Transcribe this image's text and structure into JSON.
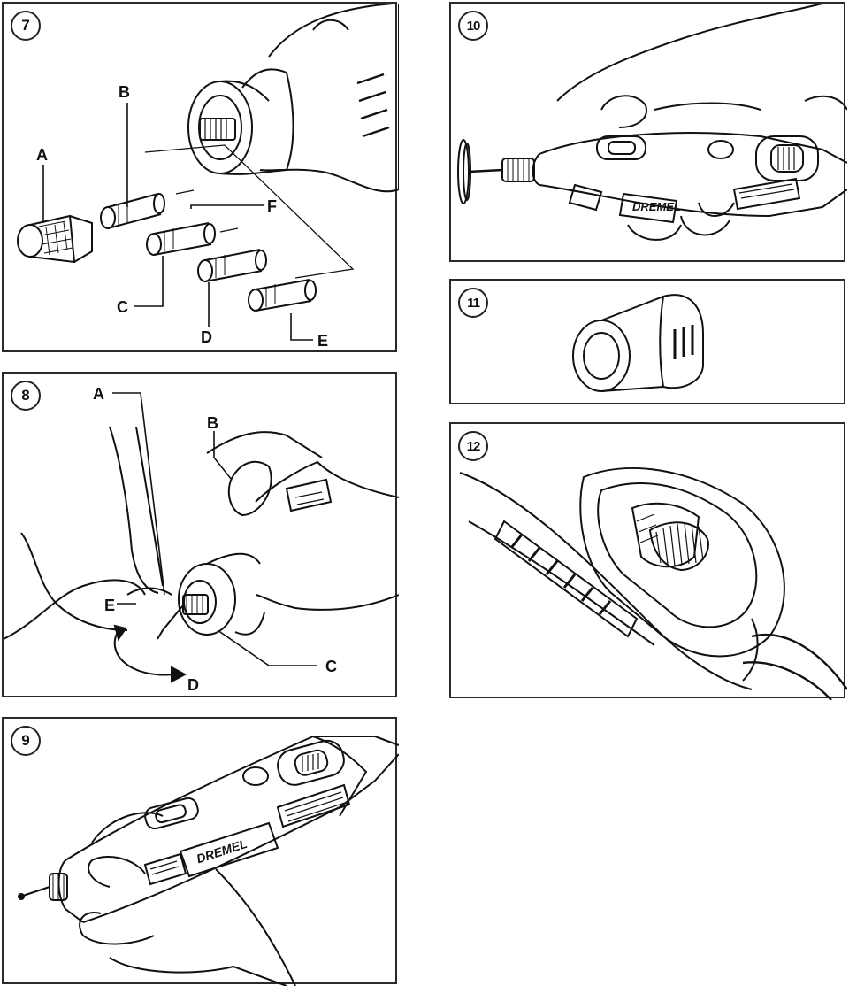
{
  "figures": [
    {
      "number": "7",
      "labels": {
        "a": "A",
        "b": "B",
        "c": "C",
        "d": "D",
        "e": "E",
        "f": "F"
      }
    },
    {
      "number": "8",
      "labels": {
        "a": "A",
        "b": "B",
        "c": "C",
        "d": "D",
        "e": "E"
      }
    },
    {
      "number": "9"
    },
    {
      "number": "10",
      "brand": "DREMEL"
    },
    {
      "number": "11"
    },
    {
      "number": "12"
    }
  ]
}
